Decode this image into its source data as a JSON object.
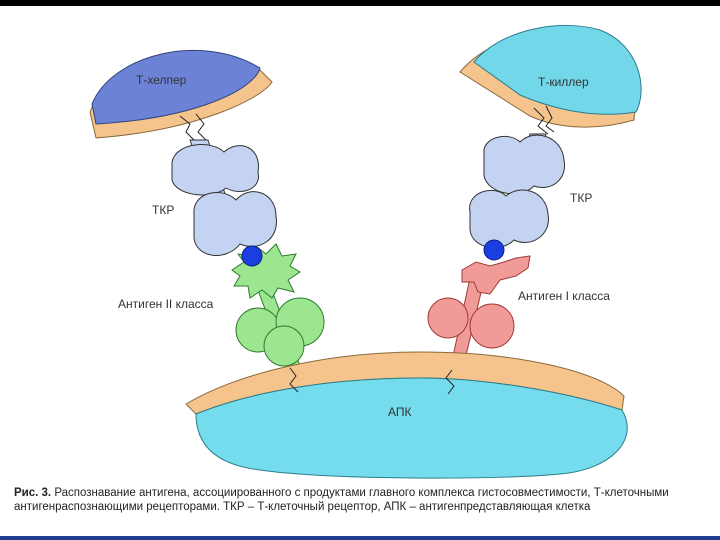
{
  "labels": {
    "t_helper": "Т-хелпер",
    "t_killer": "Т-киллер",
    "tcr_left": "ТКР",
    "tcr_right": "ТКР",
    "antigen_class2": "Антиген II класса",
    "antigen_class1": "Антиген I класса",
    "apc": "АПК"
  },
  "caption": {
    "label": "Рис. 3.",
    "text": "Распознавание антигена, ассоциированного с продуктами главного комплекса гистосовместимости, Т-клеточными антигенраспознающими рецепторами. ТКР – Т-клеточный рецептор, АПК – антигенпредставляющая клетка"
  },
  "colors": {
    "t_helper": "#6b82d6",
    "t_killer": "#73d7ea",
    "membrane": "#f4c48c",
    "tcr": "#c3d3f1",
    "mhc2": "#9de690",
    "mhc1": "#f09b98",
    "antigen": "#1b3ee0",
    "apc": "#74dcec"
  }
}
